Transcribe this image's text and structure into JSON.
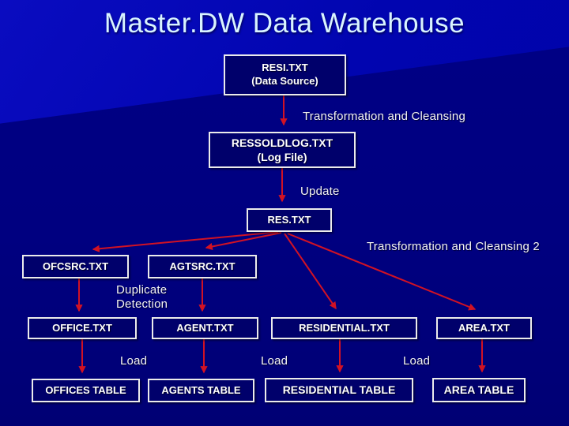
{
  "slide": {
    "title": "Master.DW Data Warehouse"
  },
  "boxes": {
    "resi": {
      "title": "RESI.TXT",
      "subtitle": "(Data Source)"
    },
    "ressoldlog": {
      "title": "RESSOLDLOG.TXT",
      "subtitle": "(Log File)"
    },
    "res": {
      "title": "RES.TXT"
    },
    "ofcsrc": {
      "title": "OFCSRC.TXT"
    },
    "agtsrc": {
      "title": "AGTSRC.TXT"
    },
    "office": {
      "title": "OFFICE.TXT"
    },
    "agent": {
      "title": "AGENT.TXT"
    },
    "residential": {
      "title": "RESIDENTIAL.TXT"
    },
    "area": {
      "title": "AREA.TXT"
    },
    "offices_table": {
      "title": "OFFICES TABLE"
    },
    "agents_table": {
      "title": "AGENTS TABLE"
    },
    "residential_table": {
      "title": "RESIDENTIAL TABLE"
    },
    "area_table": {
      "title": "AREA TABLE"
    }
  },
  "labels": {
    "transformation_1": "Transformation and Cleansing",
    "update": "Update",
    "transformation_2": "Transformation and Cleansing 2",
    "duplicate_line1": "Duplicate",
    "duplicate_line2": "Detection",
    "load_1": "Load",
    "load_2": "Load",
    "load_3": "Load"
  },
  "colors": {
    "background_bright": "#0105b0",
    "background_dark": "#000080",
    "box_fill": "#00006b",
    "box_border": "#ebebeb",
    "arrow_red": "#d11224",
    "title_text": "#d9f4ff",
    "label_text": "#f4f4f4"
  }
}
